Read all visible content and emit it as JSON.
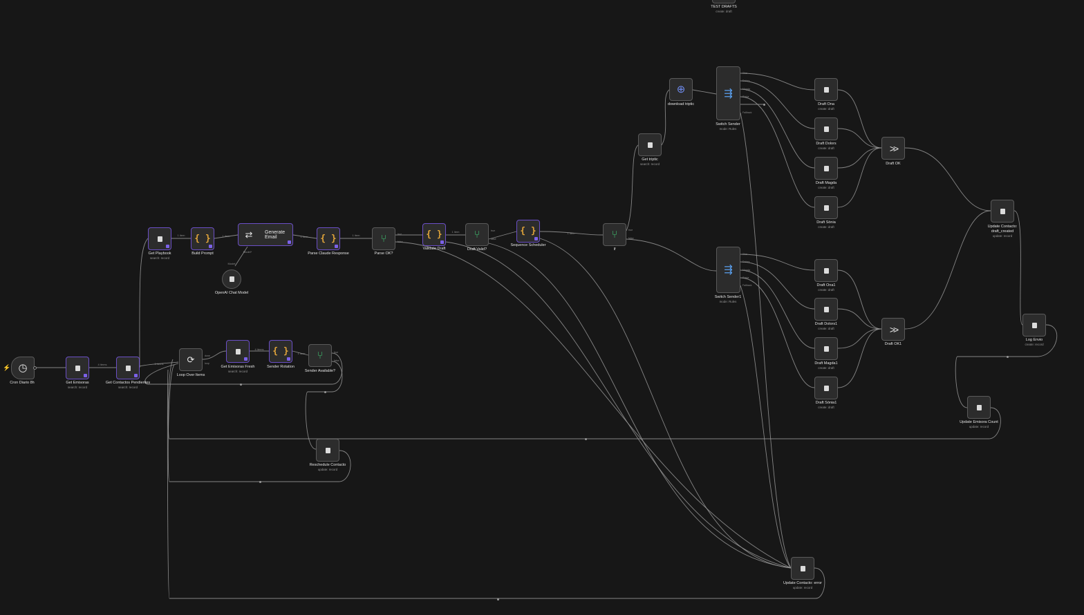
{
  "nodes": {
    "test_drafts": {
      "title": "TEST DRAFTS",
      "sub": "create: draft",
      "icon": "doc-icon"
    },
    "cron": {
      "title": "Cron Diario 8h",
      "icon": "clock-icon"
    },
    "get_emisoras": {
      "title": "Get Emisoras",
      "sub": "search: record",
      "icon": "doc-icon"
    },
    "get_contactos": {
      "title": "Get Contactos Pendientes",
      "sub": "search: record",
      "icon": "doc-icon"
    },
    "get_playbook": {
      "title": "Get Playbook",
      "sub": "search: record",
      "icon": "doc-icon"
    },
    "build_prompt": {
      "title": "Build Prompt",
      "icon": "code-braces-icon"
    },
    "generate_email": {
      "title": "Generate Email",
      "icon": "agent-icon"
    },
    "openai": {
      "title": "OpenAI Chat Model",
      "icon": "doc-icon"
    },
    "parse_claude": {
      "title": "Parse Claude Response",
      "icon": "code-braces-icon"
    },
    "parse_ok": {
      "title": "Parse OK?",
      "icon": "branch-icon"
    },
    "validate_draft": {
      "title": "Validate Draft",
      "icon": "code-braces-icon"
    },
    "draft_valid": {
      "title": "Draft Valid?",
      "icon": "branch-icon"
    },
    "sequence_scheduler": {
      "title": "Sequence Scheduler",
      "icon": "code-braces-icon"
    },
    "if": {
      "title": "If",
      "icon": "branch-icon"
    },
    "get_triptic": {
      "title": "Get triptic",
      "sub": "search: record",
      "icon": "doc-icon"
    },
    "download_triptic": {
      "title": "download triptic",
      "icon": "globe-icon"
    },
    "switch_sender": {
      "title": "Switch Sender",
      "sub": "mode: Rules",
      "icon": "switch-icon"
    },
    "switch_sender1": {
      "title": "Switch Sender1",
      "sub": "mode: Rules",
      "icon": "switch-icon"
    },
    "draft_ona": {
      "title": "Draft Ona",
      "sub": "create: draft",
      "icon": "doc-icon"
    },
    "draft_dolors": {
      "title": "Draft Dolors",
      "sub": "create: draft",
      "icon": "doc-icon"
    },
    "draft_magda": {
      "title": "Draft Magda",
      "sub": "create: draft",
      "icon": "doc-icon"
    },
    "draft_sonia": {
      "title": "Draft Sònia",
      "sub": "create: draft",
      "icon": "doc-icon"
    },
    "draft_ona1": {
      "title": "Draft Ona1",
      "sub": "create: draft",
      "icon": "doc-icon"
    },
    "draft_dolors1": {
      "title": "Draft Dolors1",
      "sub": "create: draft",
      "icon": "doc-icon"
    },
    "draft_magda1": {
      "title": "Draft Magda1",
      "sub": "create: draft",
      "icon": "doc-icon"
    },
    "draft_sonia1": {
      "title": "Draft Sònia1",
      "sub": "create: draft",
      "icon": "doc-icon"
    },
    "draft_ok": {
      "title": "Draft OK",
      "icon": "merge-icon"
    },
    "draft_ok1": {
      "title": "Draft OK1",
      "icon": "merge-icon"
    },
    "update_contacto_created": {
      "title": "Update Contacto: draft_created",
      "sub": "update: record",
      "icon": "doc-icon"
    },
    "log_envio": {
      "title": "Log Envio",
      "sub": "create: record",
      "icon": "doc-icon"
    },
    "update_emisora_count": {
      "title": "Update Emisora Count",
      "sub": "update: record",
      "icon": "doc-icon"
    },
    "loop_over_items": {
      "title": "Loop Over Items",
      "icon": "loop-icon"
    },
    "get_emisoras_fresh": {
      "title": "Get Emisoras Fresh",
      "sub": "search: record",
      "icon": "doc-icon"
    },
    "sender_rotation": {
      "title": "Sender Rotation",
      "icon": "code-braces-icon"
    },
    "sender_available": {
      "title": "Sender Available?",
      "icon": "branch-icon"
    },
    "reschedule_contacto": {
      "title": "Reschedule Contacto",
      "sub": "update: record",
      "icon": "doc-icon"
    },
    "update_contacto_error": {
      "title": "Update Contacto: error",
      "sub": "update: record",
      "icon": "doc-icon"
    }
  },
  "edge_labels": {
    "playbook_build": "1 item",
    "build_generate": "1 item",
    "generate_parse": "1 item",
    "parse_parseok": "1 item",
    "validate_valid": "1 item",
    "seq_if": "1 item",
    "emisoras_contactos": "4 items",
    "contactos_loop": "3 items",
    "fresh_rotation": "4 items",
    "rotation_available": "1 item",
    "model_connector": "Model",
    "model_port": "Model*"
  },
  "output_labels": {
    "true": "true",
    "false": "false",
    "done": "done",
    "loop": "loop",
    "ona": "Ona",
    "dolors": "Dolors",
    "magda": "Magda",
    "sonia": "Sònia",
    "fallback": "Fallback"
  }
}
